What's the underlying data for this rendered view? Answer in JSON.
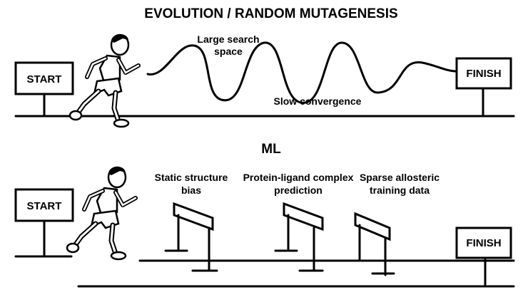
{
  "top": {
    "title": "EVOLUTION / RANDOM MUTAGENESIS",
    "start_sign": "START",
    "finish_sign": "FINISH",
    "curve_label_1_line1": "Large search",
    "curve_label_1_line2": "space",
    "curve_label_2": "Slow convergence"
  },
  "bottom": {
    "title": "ML",
    "start_sign": "START",
    "finish_sign": "FINISH",
    "hurdles": [
      {
        "line1": "Static structure",
        "line2": "bias"
      },
      {
        "line1": "Protein-ligand complex",
        "line2": "prediction"
      },
      {
        "line1": "Sparse allosteric",
        "line2": "training data"
      }
    ]
  }
}
